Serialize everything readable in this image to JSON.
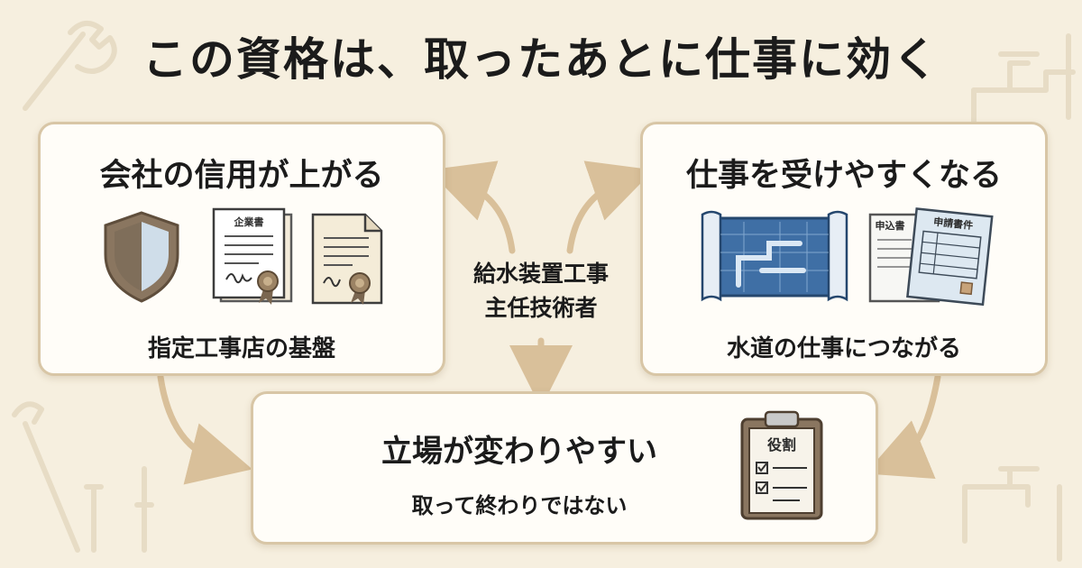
{
  "title": "この資格は、取ったあとに仕事に効く",
  "center": {
    "line1": "給水装置工事",
    "line2": "主任技術者"
  },
  "left_card": {
    "heading": "会社の信用が上がる",
    "caption": "指定工事店の基盤",
    "doc_label": "企業書"
  },
  "right_card": {
    "heading": "仕事を受けやすくなる",
    "caption": "水道の仕事につながる",
    "form_label_back": "申込書",
    "form_label_front": "申請書件"
  },
  "bottom_card": {
    "heading": "立場が変わりやすい",
    "caption": "取って終わりではない",
    "clipboard_label": "役割"
  },
  "colors": {
    "background": "#f6efdf",
    "card_border": "#d8c6a6",
    "arrow": "#d9c09a",
    "text": "#1b1b1b"
  }
}
